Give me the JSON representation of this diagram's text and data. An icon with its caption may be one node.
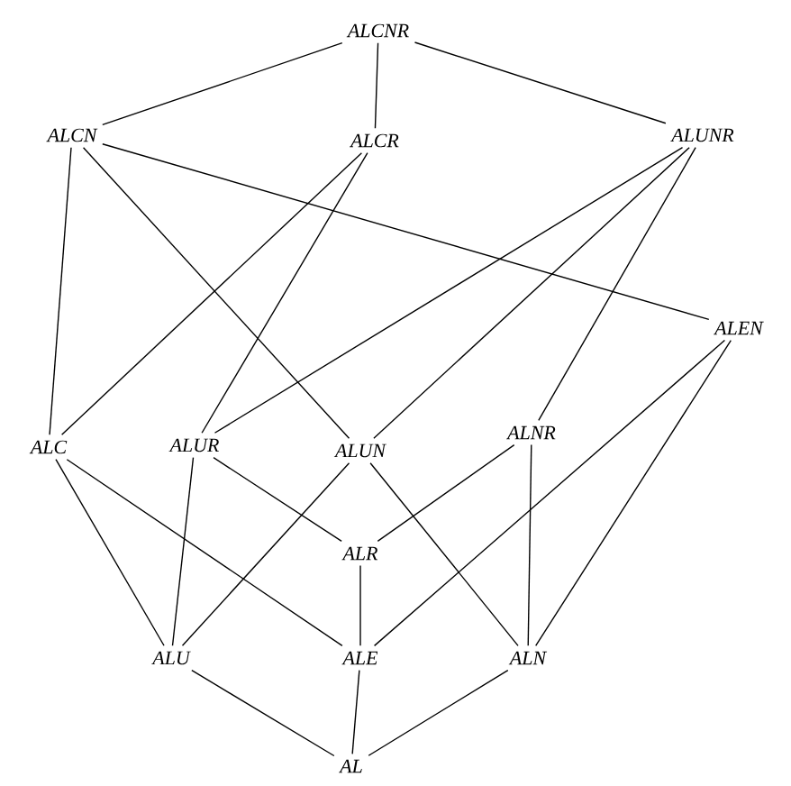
{
  "diagram": {
    "nodes": [
      {
        "text": [
          "ALCNR"
        ]
      },
      {
        "text": [
          "ALCN"
        ]
      },
      {
        "text": [
          "ALCR"
        ]
      },
      {
        "text": [
          "ALUNR"
        ]
      },
      {
        "text": [
          "ALEN"
        ]
      },
      {
        "text": [
          "ALC"
        ]
      },
      {
        "text": [
          "ALUR"
        ]
      },
      {
        "text": [
          "ALUN"
        ]
      },
      {
        "text": [
          "ALNR"
        ]
      },
      {
        "text": [
          "ALR"
        ]
      },
      {
        "text": [
          "ALU"
        ]
      },
      {
        "text": [
          "ALE"
        ]
      },
      {
        "text": [
          "ALN"
        ]
      },
      {
        "text": [
          "AL"
        ]
      }
    ],
    "edges": [
      {
        "from": 0,
        "to": 1,
        "arrow": "none"
      },
      {
        "from": 0,
        "to": 2,
        "arrow": "none"
      },
      {
        "from": 0,
        "to": 3,
        "arrow": "none"
      },
      {
        "from": 1,
        "to": 5,
        "arrow": "none"
      },
      {
        "from": 1,
        "to": 7,
        "arrow": "none"
      },
      {
        "from": 1,
        "to": 4,
        "arrow": "none"
      },
      {
        "from": 2,
        "to": 5,
        "arrow": "none"
      },
      {
        "from": 2,
        "to": 6,
        "arrow": "none"
      },
      {
        "from": 3,
        "to": 6,
        "arrow": "none"
      },
      {
        "from": 3,
        "to": 7,
        "arrow": "none"
      },
      {
        "from": 3,
        "to": 8,
        "arrow": "none"
      },
      {
        "from": 4,
        "to": 11,
        "arrow": "none"
      },
      {
        "from": 4,
        "to": 12,
        "arrow": "none"
      },
      {
        "from": 5,
        "to": 10,
        "arrow": "none"
      },
      {
        "from": 5,
        "to": 11,
        "arrow": "none"
      },
      {
        "from": 6,
        "to": 10,
        "arrow": "none"
      },
      {
        "from": 6,
        "to": 9,
        "arrow": "none"
      },
      {
        "from": 7,
        "to": 10,
        "arrow": "none"
      },
      {
        "from": 7,
        "to": 12,
        "arrow": "none"
      },
      {
        "from": 8,
        "to": 9,
        "arrow": "none"
      },
      {
        "from": 8,
        "to": 12,
        "arrow": "none"
      },
      {
        "from": 9,
        "to": 11,
        "arrow": "none"
      },
      {
        "from": 10,
        "to": 13,
        "arrow": "none"
      },
      {
        "from": 11,
        "to": 13,
        "arrow": "none"
      },
      {
        "from": 12,
        "to": 13,
        "arrow": "none"
      }
    ]
  }
}
